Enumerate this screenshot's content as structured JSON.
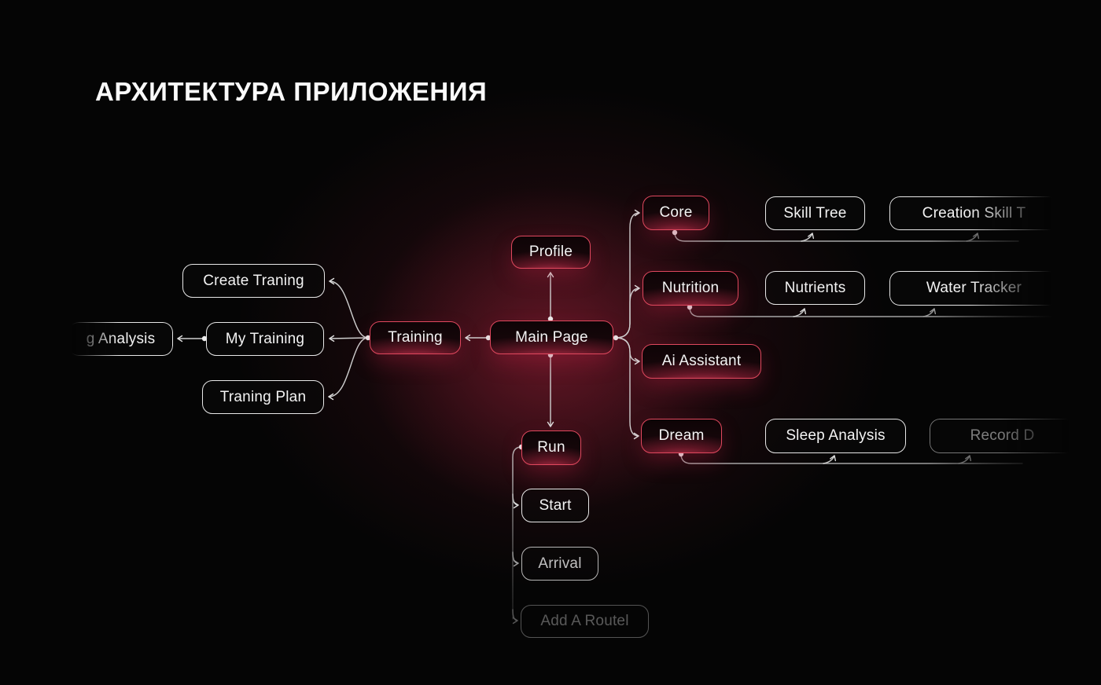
{
  "title": "АРХИТЕКТУРА ПРИЛОЖЕНИЯ",
  "colors": {
    "background": "#050505",
    "accent_red": "#e0485e",
    "node_border_white": "#e8e8e8",
    "connector_line": "#c4c4c4",
    "center_glow": "#8c1f38"
  },
  "nodes": {
    "profile": {
      "label": "Profile"
    },
    "main_page": {
      "label": "Main Page"
    },
    "training": {
      "label": "Training"
    },
    "create_traning": {
      "label": "Create Traning"
    },
    "my_training": {
      "label": "My Training"
    },
    "traning_plan": {
      "label": "Traning Plan"
    },
    "traning_analysis": {
      "label": "g Analysis"
    },
    "run": {
      "label": "Run"
    },
    "start": {
      "label": "Start"
    },
    "arrival": {
      "label": "Arrival"
    },
    "add_a_routel": {
      "label": "Add A Routel"
    },
    "core": {
      "label": "Core"
    },
    "skill_tree": {
      "label": "Skill Tree"
    },
    "creation_skill": {
      "label": "Creation Skill T"
    },
    "nutrition": {
      "label": "Nutrition"
    },
    "nutrients": {
      "label": "Nutrients"
    },
    "water_tracker": {
      "label": "Water Tracker"
    },
    "ai_assistant": {
      "label": "Ai Assistant"
    },
    "dream": {
      "label": "Dream"
    },
    "sleep_analysis": {
      "label": "Sleep Analysis"
    },
    "record": {
      "label": "Record D"
    }
  }
}
